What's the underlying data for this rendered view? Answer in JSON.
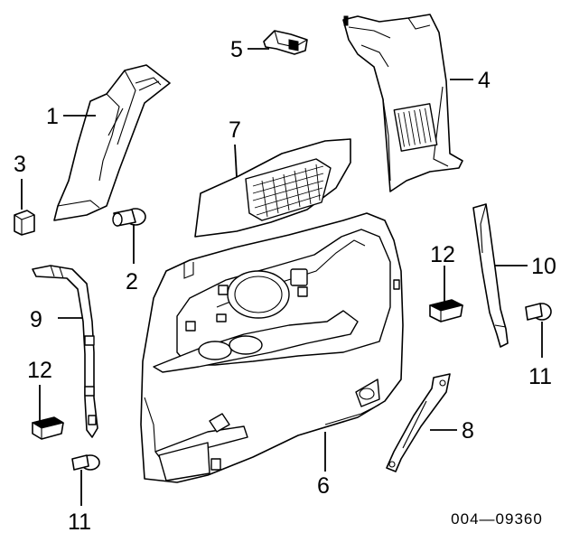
{
  "callouts": [
    {
      "id": "1",
      "label": "1"
    },
    {
      "id": "2",
      "label": "2"
    },
    {
      "id": "3",
      "label": "3"
    },
    {
      "id": "4",
      "label": "4"
    },
    {
      "id": "5",
      "label": "5"
    },
    {
      "id": "6",
      "label": "6"
    },
    {
      "id": "7",
      "label": "7"
    },
    {
      "id": "8",
      "label": "8"
    },
    {
      "id": "9",
      "label": "9"
    },
    {
      "id": "10",
      "label": "10"
    },
    {
      "id": "11a",
      "label": "11"
    },
    {
      "id": "11b",
      "label": "11"
    },
    {
      "id": "12a",
      "label": "12"
    },
    {
      "id": "12b",
      "label": "12"
    }
  ],
  "figure_code": "004—09360"
}
